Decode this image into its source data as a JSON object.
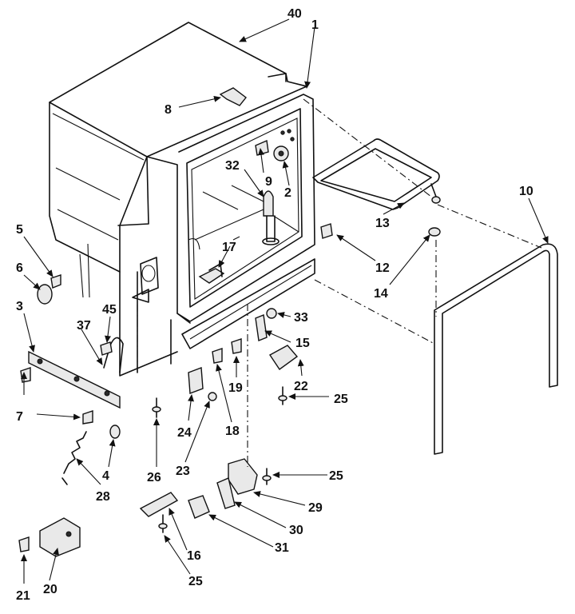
{
  "diagram": {
    "callouts": [
      "40",
      "1",
      "8",
      "9",
      "32",
      "2",
      "10",
      "13",
      "12",
      "14",
      "5",
      "6",
      "17",
      "33",
      "15",
      "3",
      "45",
      "37",
      "22",
      "19",
      "25",
      "7",
      "24",
      "18",
      "23",
      "26",
      "4",
      "28",
      "29",
      "30",
      "31",
      "16",
      "25",
      "21",
      "20",
      "25"
    ]
  }
}
